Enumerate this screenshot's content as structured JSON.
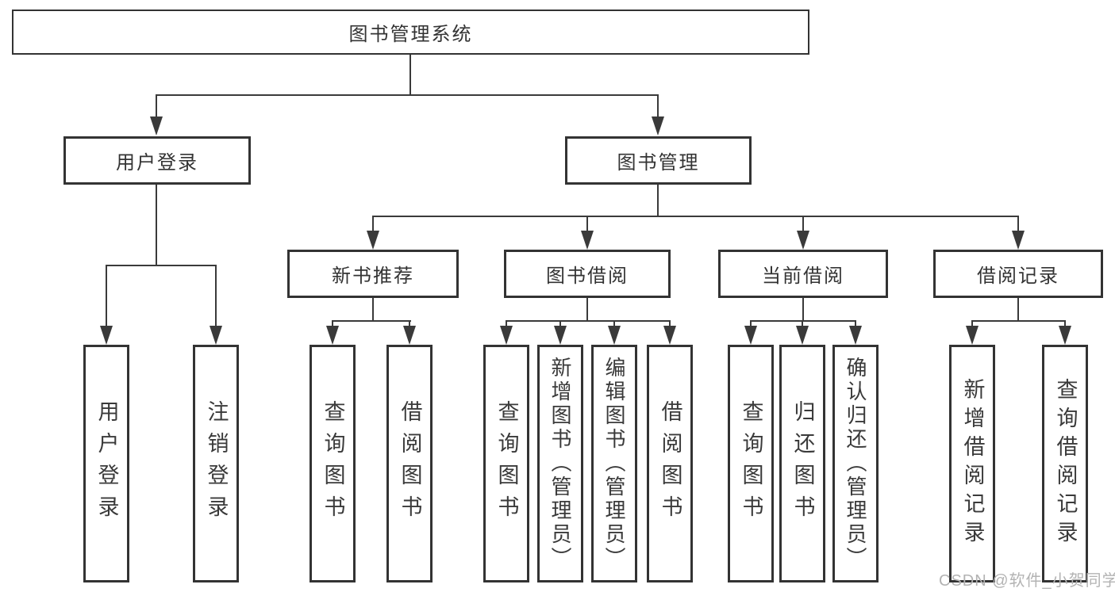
{
  "tree": {
    "root": {
      "label": "图书管理系统"
    },
    "login": {
      "label": "用户登录",
      "children": [
        {
          "label": "用户登录"
        },
        {
          "label": "注销登录"
        }
      ]
    },
    "mgmt": {
      "label": "图书管理",
      "sections": [
        {
          "label": "新书推荐",
          "children": [
            {
              "label": "查询图书"
            },
            {
              "label": "借阅图书"
            }
          ]
        },
        {
          "label": "图书借阅",
          "children": [
            {
              "label": "查询图书"
            },
            {
              "label": "新增图书（管理员）"
            },
            {
              "label": "编辑图书（管理员）"
            },
            {
              "label": "借阅图书"
            }
          ]
        },
        {
          "label": "当前借阅",
          "children": [
            {
              "label": "查询图书"
            },
            {
              "label": "归还图书"
            },
            {
              "label": "确认归还（管理员）"
            }
          ]
        },
        {
          "label": "借阅记录",
          "children": [
            {
              "label": "新增借阅记录"
            },
            {
              "label": "查询借阅记录"
            }
          ]
        }
      ]
    }
  },
  "watermark": {
    "text": "CSDN @软件_小贺同学"
  },
  "colors": {
    "background": "#ffffff",
    "box_border": "#333333",
    "line": "#3a3a3a",
    "text": "#333333",
    "watermark": "#b3b3b3"
  }
}
